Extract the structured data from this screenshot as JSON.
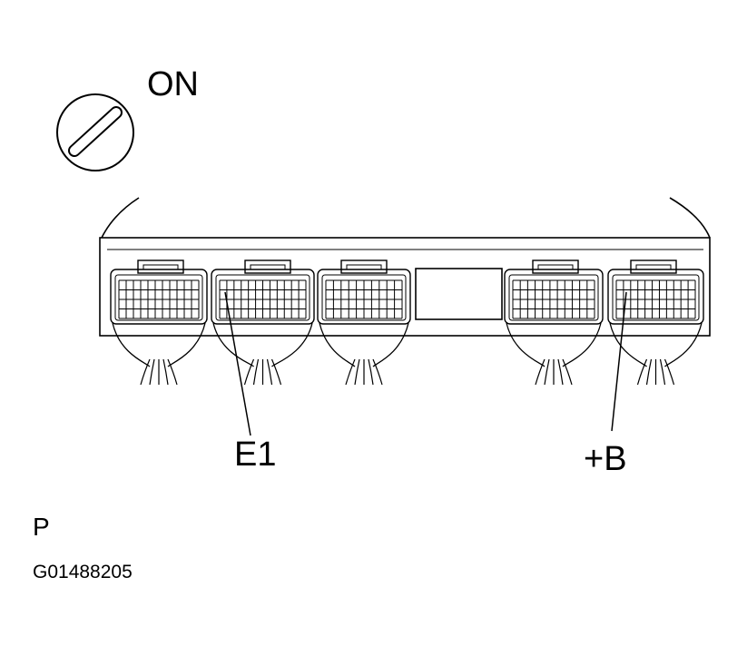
{
  "ignition": {
    "label": "ON"
  },
  "ecu": {
    "connector_count": 5
  },
  "terminals": {
    "e1": "E1",
    "plus_b": "+B"
  },
  "footer": {
    "view_code": "P",
    "figure_code": "G01488205"
  }
}
